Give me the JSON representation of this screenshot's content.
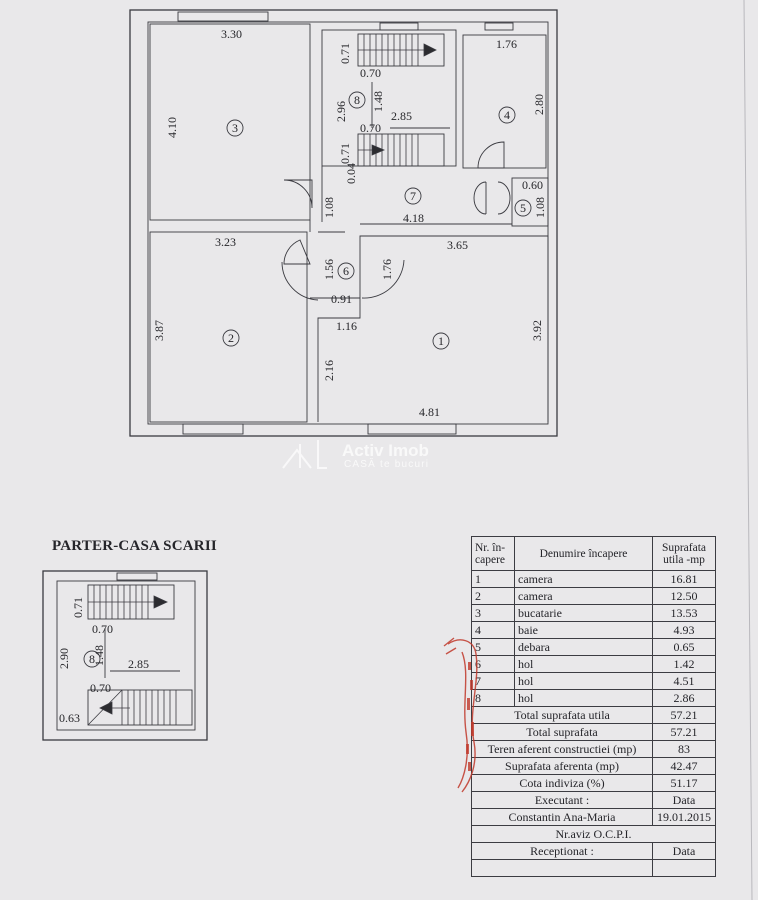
{
  "watermark": {
    "brand": "Activ Imob",
    "tagline": "CASĂ te bucuri"
  },
  "plan": {
    "rooms": [
      {
        "num": "1",
        "dims": [
          "3.65",
          "3.92",
          "4.81",
          "1.16",
          "2.16"
        ]
      },
      {
        "num": "2",
        "dims": [
          "3.23",
          "3.87"
        ]
      },
      {
        "num": "3",
        "dims": [
          "3.30",
          "4.10"
        ]
      },
      {
        "num": "4",
        "dims": [
          "1.76",
          "2.80"
        ]
      },
      {
        "num": "5",
        "dims": [
          "0.60",
          "1.08"
        ]
      },
      {
        "num": "6",
        "dims": [
          "1.56",
          "1.76",
          "0.91"
        ]
      },
      {
        "num": "7",
        "dims": [
          "4.18",
          "1.08"
        ]
      },
      {
        "num": "8",
        "dims": [
          "0.71",
          "0.70",
          "2.96",
          "1.48",
          "2.85",
          "0.70",
          "0.71",
          "0.04"
        ]
      }
    ]
  },
  "stair_plan": {
    "title": "PARTER-CASA SCARII",
    "room_num": "8",
    "dims": [
      "0.71",
      "0.70",
      "2.90",
      "1.48",
      "2.85",
      "0.70",
      "0.63"
    ]
  },
  "table": {
    "headers": {
      "nr": "Nr. în- capere",
      "name": "Denumire încapere",
      "area": "Suprafata utila -mp"
    },
    "rows": [
      {
        "nr": "1",
        "name": "camera",
        "area": "16.81"
      },
      {
        "nr": "2",
        "name": "camera",
        "area": "12.50"
      },
      {
        "nr": "3",
        "name": "bucatarie",
        "area": "13.53"
      },
      {
        "nr": "4",
        "name": "baie",
        "area": "4.93"
      },
      {
        "nr": "5",
        "name": "debara",
        "area": "0.65"
      },
      {
        "nr": "6",
        "name": "hol",
        "area": "1.42"
      },
      {
        "nr": "7",
        "name": "hol",
        "area": "4.51"
      },
      {
        "nr": "8",
        "name": "hol",
        "area": "2.86"
      }
    ],
    "summary": [
      {
        "label": "Total suprafata utila",
        "value": "57.21"
      },
      {
        "label": "Total suprafata",
        "value": "57.21"
      },
      {
        "label": "Teren aferent constructiei (mp)",
        "value": "83"
      },
      {
        "label": "Suprafata aferenta (mp)",
        "value": "42.47"
      },
      {
        "label": "Cota indiviza (%)",
        "value": "51.17"
      },
      {
        "label": "Executant :",
        "value": "Data"
      },
      {
        "label": "Constantin Ana-Maria",
        "value": "19.01.2015"
      }
    ],
    "aviz": "Nr.aviz O.C.P.I.",
    "receptionat": {
      "label": "Receptionat :",
      "value": "Data"
    }
  },
  "colors": {
    "paper": "#e9e8ea",
    "ink": "#3a3a40",
    "stamp": "#c0392b"
  }
}
